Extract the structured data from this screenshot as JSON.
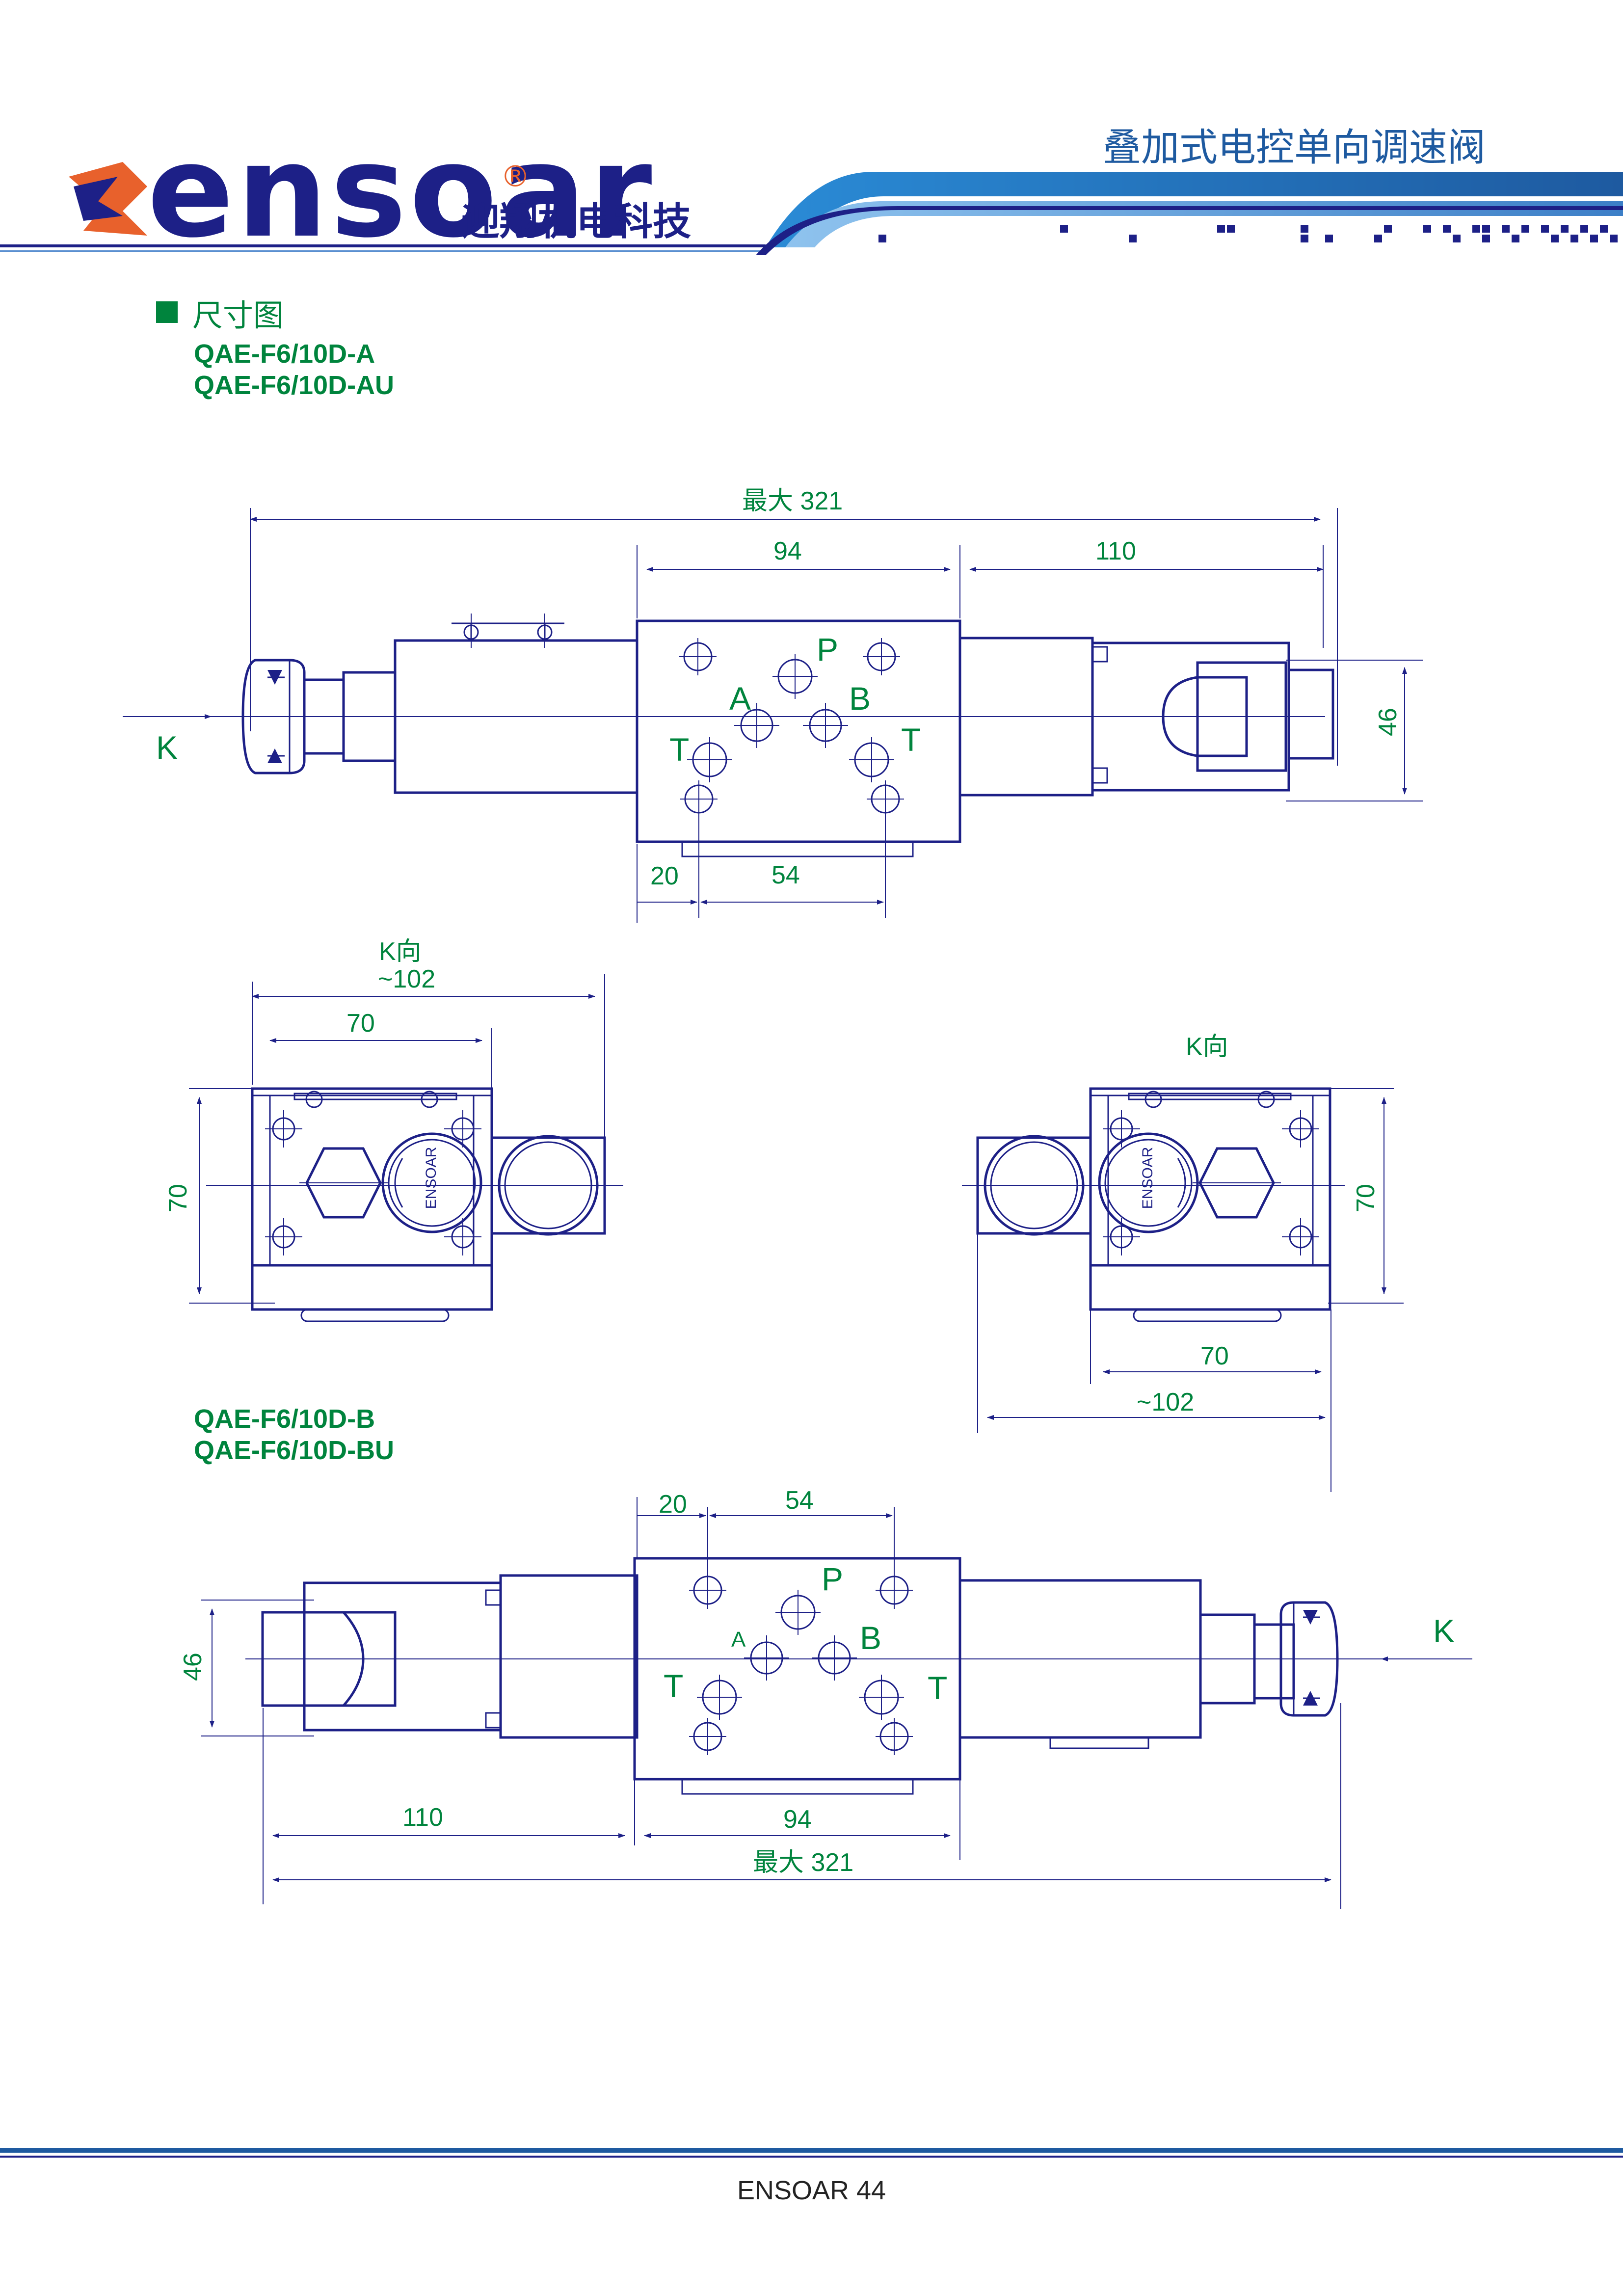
{
  "header": {
    "brand_logo": "ensoar",
    "registered_mark": "®",
    "brand_cn": "迎翔机电科技",
    "page_title": "叠加式电控单向调速阀",
    "colors": {
      "navy": "#1d2087",
      "blue": "#1e5aa0",
      "accent_orange": "#e8612c",
      "green": "#00843d"
    }
  },
  "section": {
    "title": "尺寸图",
    "models_top": [
      "QAE-F6/10D-A",
      "QAE-F6/10D-AU"
    ],
    "models_bottom": [
      "QAE-F6/10D-B",
      "QAE-F6/10D-BU"
    ]
  },
  "drawing_top": {
    "dim_max": "最大 321",
    "dim_94": "94",
    "dim_110": "110",
    "dim_46": "46",
    "dim_20": "20",
    "dim_54": "54",
    "port_p": "P",
    "port_a": "A",
    "port_b": "B",
    "port_t1": "T",
    "port_t2": "T",
    "view_k": "K"
  },
  "view_left": {
    "title": "K向",
    "dim_102": "~102",
    "dim_70_h": "70",
    "dim_70_v": "70",
    "body_mark": "ENSOAR"
  },
  "view_right": {
    "title": "K向",
    "dim_102": "~102",
    "dim_70_h": "70",
    "dim_70_v": "70",
    "body_mark": "ENSOAR"
  },
  "drawing_bottom": {
    "dim_20": "20",
    "dim_54": "54",
    "dim_46": "46",
    "dim_110": "110",
    "dim_94": "94",
    "dim_max": "最大 321",
    "port_p": "P",
    "port_a": "A",
    "port_b": "B",
    "port_t1": "T",
    "port_t2": "T",
    "view_k": "K"
  },
  "footer": {
    "text": "ENSOAR  44"
  }
}
